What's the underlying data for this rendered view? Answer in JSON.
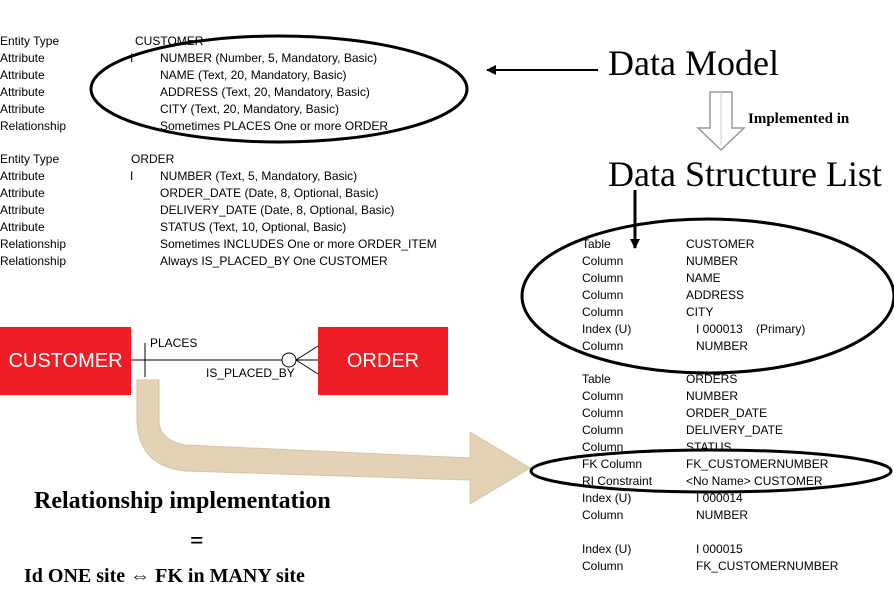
{
  "data_model": {
    "customer_block": [
      [
        "Entity Type",
        "",
        "CUSTOMER"
      ],
      [
        "Attribute",
        "I",
        "NUMBER (Number, 5, Mandatory, Basic)"
      ],
      [
        "Attribute",
        "",
        "NAME (Text, 20, Mandatory, Basic)"
      ],
      [
        "Attribute",
        "",
        "ADDRESS (Text, 20, Mandatory, Basic)"
      ],
      [
        "Attribute",
        "",
        "CITY (Text, 20, Mandatory, Basic)"
      ],
      [
        "Relationship",
        "",
        "Sometimes PLACES One or more ORDER"
      ]
    ],
    "order_block": [
      [
        "Entity Type",
        "",
        "ORDER"
      ],
      [
        "Attribute",
        "I",
        "NUMBER (Text, 5, Mandatory, Basic)"
      ],
      [
        "Attribute",
        "",
        "ORDER_DATE (Date, 8, Optional, Basic)"
      ],
      [
        "Attribute",
        "",
        "DELIVERY_DATE (Date, 8, Optional, Basic)"
      ],
      [
        "Attribute",
        "",
        "STATUS (Text, 10, Optional, Basic)"
      ],
      [
        "Relationship",
        "",
        "Sometimes INCLUDES One or more ORDER_ITEM"
      ],
      [
        "Relationship",
        "",
        "Always IS_PLACED_BY One CUSTOMER"
      ]
    ]
  },
  "headings": {
    "data_model": "Data Model",
    "implemented_in": "Implemented in",
    "data_structure_list": "Data Structure List"
  },
  "er": {
    "customer": "CUSTOMER",
    "order": "ORDER",
    "places": "PLACES",
    "is_placed_by": "IS_PLACED_BY"
  },
  "structure_list": {
    "customer_table": [
      [
        "Table",
        "CUSTOMER"
      ],
      [
        "Column",
        "NUMBER"
      ],
      [
        "Column",
        "NAME"
      ],
      [
        "Column",
        "ADDRESS"
      ],
      [
        "Column",
        "CITY"
      ],
      [
        "Index (U)",
        "   I 000013    (Primary)"
      ],
      [
        "Column",
        "   NUMBER"
      ]
    ],
    "orders_table": [
      [
        "Table",
        "ORDERS"
      ],
      [
        "Column",
        "NUMBER"
      ],
      [
        "Column",
        "ORDER_DATE"
      ],
      [
        "Column",
        "DELIVERY_DATE"
      ],
      [
        "Column",
        "STATUS"
      ],
      [
        "FK Column",
        "FK_CUSTOMERNUMBER"
      ],
      [
        "RI Constraint",
        "<No Name> CUSTOMER"
      ],
      [
        "Index (U)",
        "   I 000014"
      ],
      [
        "Column",
        "   NUMBER"
      ],
      [
        "",
        ""
      ],
      [
        "Index (U)",
        "   I 000015"
      ],
      [
        "Column",
        "   FK_CUSTOMERNUMBER"
      ]
    ]
  },
  "bottom": {
    "title": "Relationship implementation",
    "equals": "=",
    "rule": "Id  ONE site ⇔ FK in MANY site"
  },
  "colors": {
    "entity_box": "#ee1c24",
    "flow_arrow": "#e3d2b6"
  }
}
